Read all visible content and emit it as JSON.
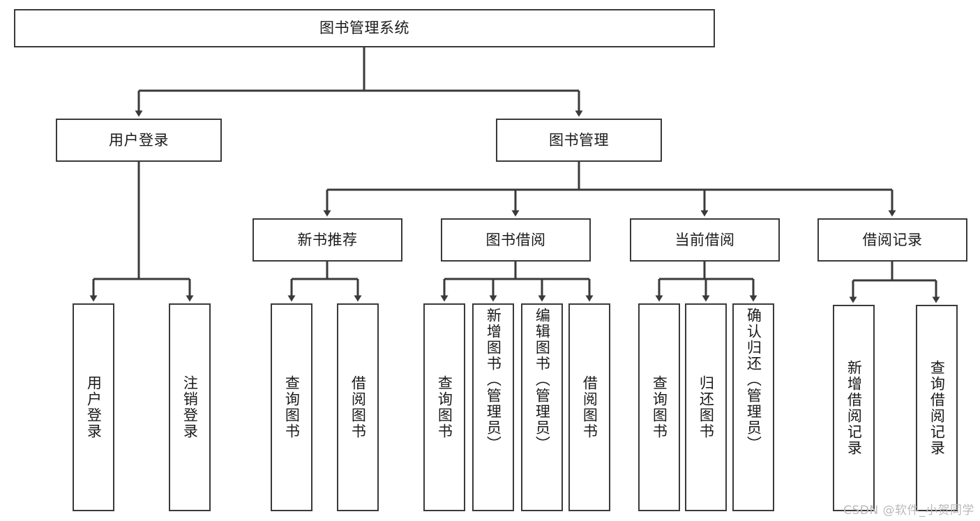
{
  "diagram": {
    "type": "tree-hierarchy-chart",
    "title": "图书管理系统",
    "watermark": "CSDN @软件_小贺同学",
    "colors": {
      "node_border": "#3a3a3a",
      "node_fill": "#ffffff",
      "connector": "#3a3a3a",
      "text": "#1a1a1a",
      "watermark": "#b9b9b9",
      "background": "#ffffff"
    },
    "root": {
      "label": "图书管理系统"
    },
    "level2": [
      {
        "label": "用户登录"
      },
      {
        "label": "图书管理"
      }
    ],
    "level3": [
      {
        "label": "新书推荐"
      },
      {
        "label": "图书借阅"
      },
      {
        "label": "当前借阅"
      },
      {
        "label": "借阅记录"
      }
    ],
    "leaves": {
      "user_login": [
        {
          "label": "用户登录"
        },
        {
          "label": "注销登录"
        }
      ],
      "new_book_recommend": [
        {
          "label": "查询图书"
        },
        {
          "label": "借阅图书"
        }
      ],
      "book_borrow": [
        {
          "label": "查询图书"
        },
        {
          "label": "新增图书（管理员）"
        },
        {
          "label": "编辑图书（管理员）"
        },
        {
          "label": "借阅图书"
        }
      ],
      "current_borrow": [
        {
          "label": "查询图书"
        },
        {
          "label": "归还图书"
        },
        {
          "label": "确认归还（管理员）"
        }
      ],
      "borrow_record": [
        {
          "label": "新增借阅记录"
        },
        {
          "label": "查询借阅记录"
        }
      ]
    }
  }
}
